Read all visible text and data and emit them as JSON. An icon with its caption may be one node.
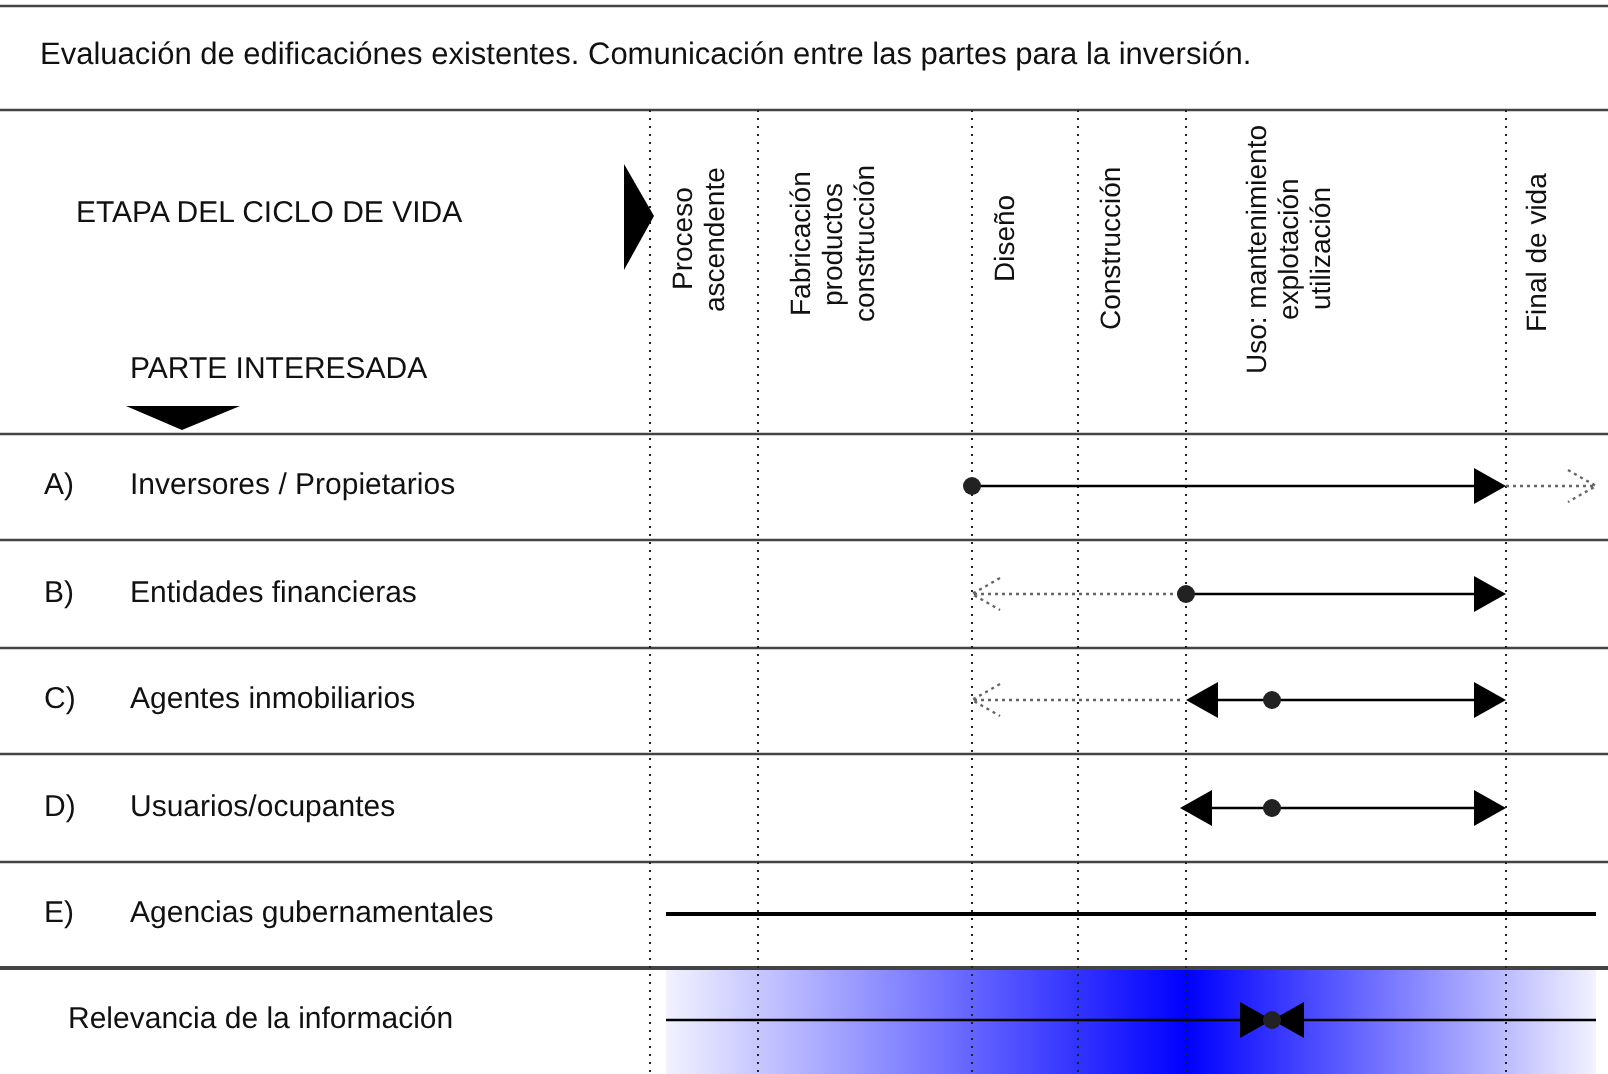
{
  "diagram": {
    "title": "Evaluación de edificaciónes existentes. Comunicación entre las partes para la inversión.",
    "labels": [
      "ETAPA DEL CICLO DE VIDA",
      "Proceso ascendente",
      "Fabricación productos construcción",
      "Diseño",
      "Construcción",
      "Uso: mantenimiento explotación utilización",
      "Final de vida",
      "PARTE INTERESADA",
      "A)",
      "Inversores / Propietarios",
      "B)",
      "Entidades financieras",
      "C)",
      "Agentes inmobiliarios",
      "D)",
      "Usuarios/ocupantes",
      "E)",
      "Agencias gubernamentales",
      "Relevancia de la información"
    ]
  }
}
